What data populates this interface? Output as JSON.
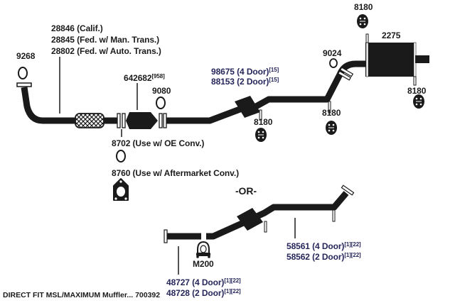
{
  "diagram": {
    "title_footer": "DIRECT FIT MSL/MAXIMUM Muffler... 700392",
    "separator": "-OR-",
    "colors": {
      "part": "#1a1a1a",
      "label": "#1b1b1b",
      "label_alt": "#26265a",
      "background": "#ffffff"
    },
    "parts": {
      "gasket_front": {
        "number": "9268"
      },
      "front_pipe": {
        "lines": [
          {
            "number": "28846",
            "note": "(Calif.)"
          },
          {
            "number": "28845",
            "note": "(Fed. w/ Man. Trans.)"
          },
          {
            "number": "28802",
            "note": "(Fed. w/ Auto. Trans.)"
          }
        ]
      },
      "converter": {
        "number": "642682",
        "footnote": "[958]"
      },
      "gasket_converter_rear": {
        "number": "9080"
      },
      "gasket_oe": {
        "number": "8702",
        "note": "(Use w/ OE Conv.)"
      },
      "gasket_aftermarket": {
        "number": "8760",
        "note": "(Use w/ Aftermarket Conv.)"
      },
      "intermediate_pipe": {
        "lines": [
          {
            "number": "98675",
            "note": "(4 Door)",
            "footnote": "[15]"
          },
          {
            "number": "88153",
            "note": "(2 Door)",
            "footnote": "[15]"
          }
        ]
      },
      "hanger_mid": {
        "number": "8180"
      },
      "hanger_rear_pipe": {
        "number": "8180"
      },
      "gasket_muffler": {
        "number": "9024"
      },
      "hanger_top": {
        "number": "8180"
      },
      "muffler": {
        "number": "2275"
      },
      "hanger_muffler_rear": {
        "number": "8180"
      },
      "alt_front_pipe": {
        "lines": [
          {
            "number": "48727",
            "note": "(4 Door)",
            "footnote": "[1][22]"
          },
          {
            "number": "48728",
            "note": "(2 Door)",
            "footnote": "[1][22]"
          }
        ]
      },
      "clamp": {
        "number": "M200"
      },
      "alt_rear_pipe": {
        "lines": [
          {
            "number": "58561",
            "note": "(4 Door)",
            "footnote": "[1][22]"
          },
          {
            "number": "58562",
            "note": "(2 Door)",
            "footnote": "[1][22]"
          }
        ]
      }
    }
  }
}
